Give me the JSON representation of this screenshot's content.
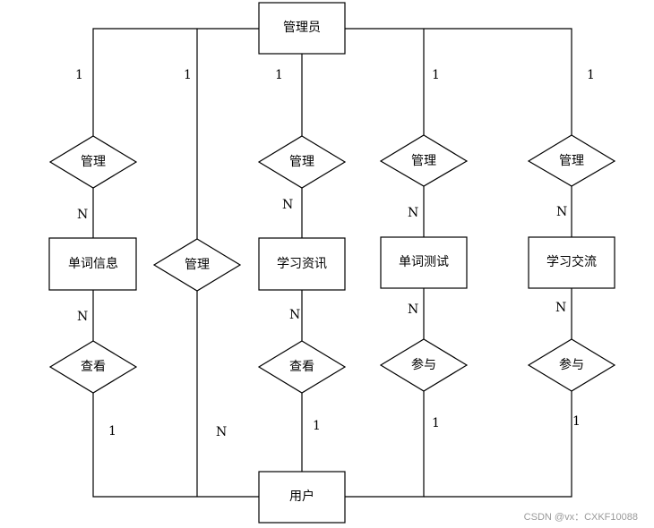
{
  "entities": {
    "admin": "管理员",
    "word_info": "单词信息",
    "study_news": "学习资讯",
    "word_test": "单词测试",
    "study_exchange": "学习交流",
    "user": "用户"
  },
  "relations": {
    "manage_word_info": "管理",
    "manage_user": "管理",
    "manage_study_news": "管理",
    "manage_word_test": "管理",
    "manage_study_exchange": "管理",
    "view_word_info": "查看",
    "view_study_news": "查看",
    "join_word_test": "参与",
    "join_study_exchange": "参与"
  },
  "cardinalities": {
    "admin_word_info": "1",
    "admin_user": "1",
    "admin_study_news": "1",
    "admin_word_test": "1",
    "admin_study_exchange": "1",
    "manage_word_info_n": "N",
    "manage_study_news_n": "N",
    "manage_word_test_n": "N",
    "manage_study_exchange_n": "N",
    "word_info_view_n": "N",
    "study_news_view_n": "N",
    "word_test_join_n": "N",
    "study_exchange_join_n": "N",
    "user_view_word_info": "1",
    "user_manage_n": "N",
    "user_view_study_news": "1",
    "user_join_word_test": "1",
    "user_join_study_exchange": "1"
  },
  "watermark": "CSDN @vx：CXKF10088"
}
